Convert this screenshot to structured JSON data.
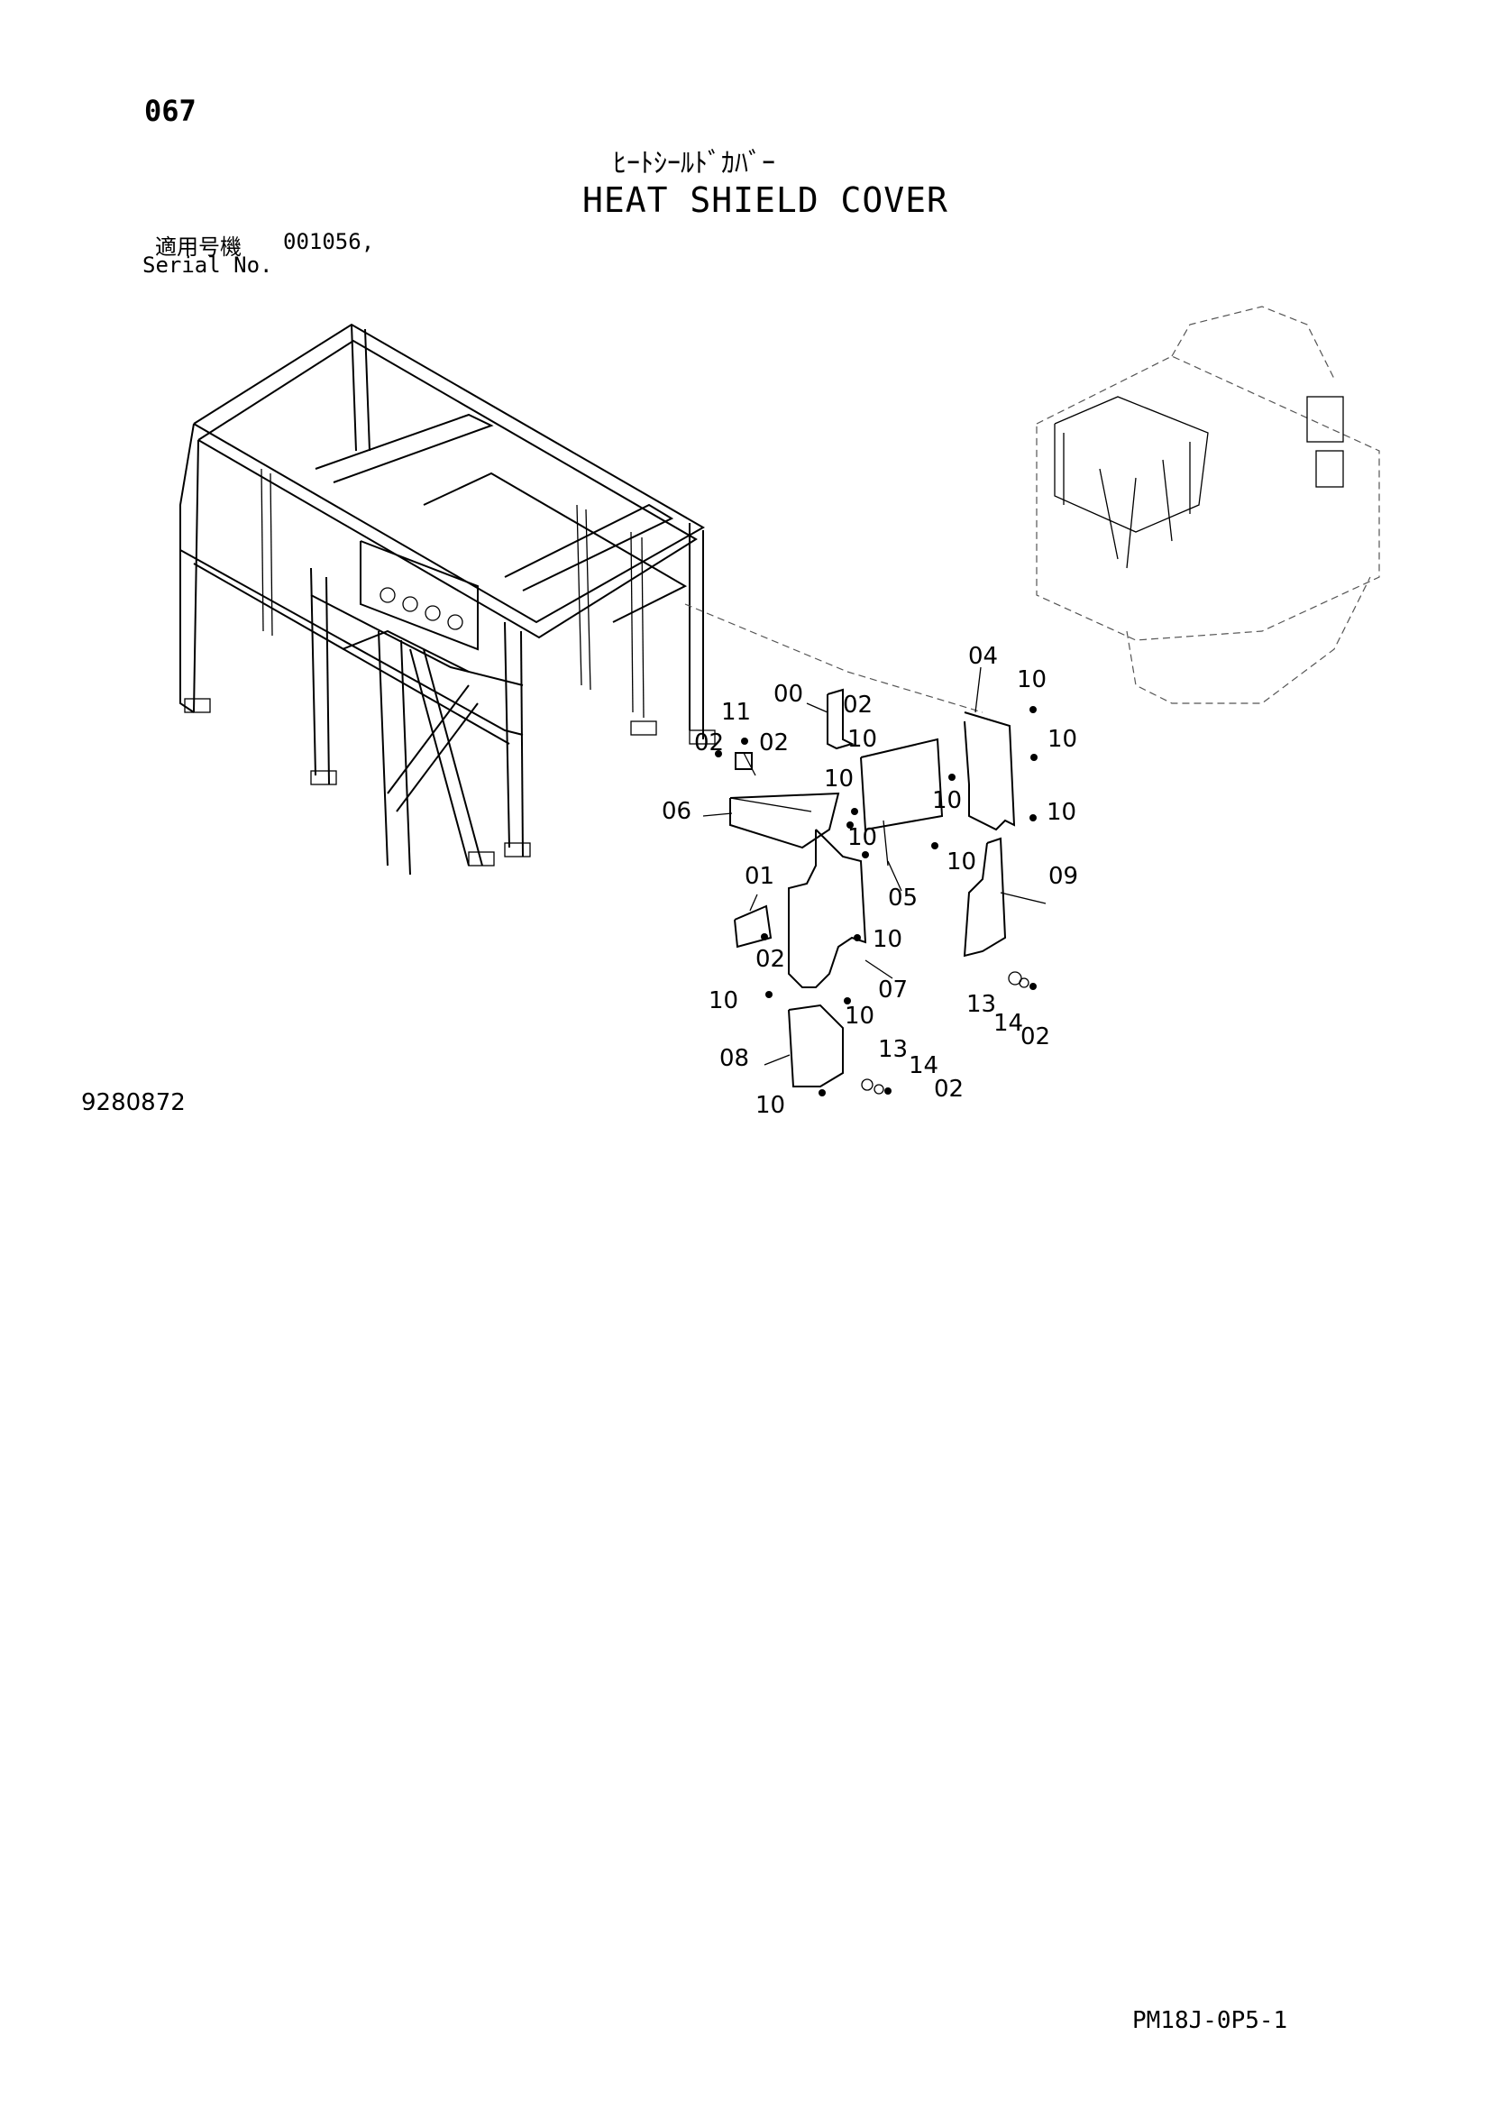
{
  "header": {
    "page_number": "067",
    "title_jp": "ﾋｰﾄｼｰﾙﾄﾞｶﾊﾞｰ",
    "title_en": "HEAT SHIELD COVER",
    "serial_label_jp": "適用号機",
    "serial_value": "001056,",
    "serial_label_en": "Serial No."
  },
  "footer": {
    "drawing_number": "9280872",
    "page_code": "PM18J-0P5-1"
  },
  "callouts": {
    "c00": "00",
    "c01": "01",
    "c02": "02",
    "c04": "04",
    "c05": "05",
    "c06": "06",
    "c07": "07",
    "c08": "08",
    "c09": "09",
    "c10": "10",
    "c11": "11",
    "c13": "13",
    "c14": "14"
  }
}
